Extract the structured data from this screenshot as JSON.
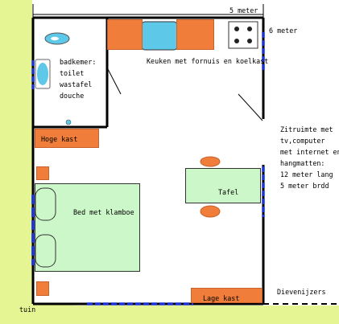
{
  "labels": {
    "width": "5 meter",
    "depth": "6 meter",
    "bathroom": [
      "badkemer:",
      "toilet",
      "wastafel",
      "douche"
    ],
    "kitchen": "Keuken met fornuis en koelkast",
    "tall_cabinet": "Hoge kast",
    "sitting_area": [
      "Zitruimte met",
      "tv,computer",
      "met internet en",
      "hangmatten:",
      "12 meter lang",
      "5 meter brdd"
    ],
    "table": "Tafel",
    "bed": "Bed met klamboe",
    "low_cabinet": "Lage kast",
    "burglar_bars": "Dievenijzers",
    "garden": "tuin"
  },
  "colors": {
    "garden": "#e5f593",
    "furniture": "#f07e3a",
    "green_furniture": "#ccf7c8",
    "sink": "#5ec8e8",
    "opening": "#1a33d6",
    "wall": "#000000"
  }
}
